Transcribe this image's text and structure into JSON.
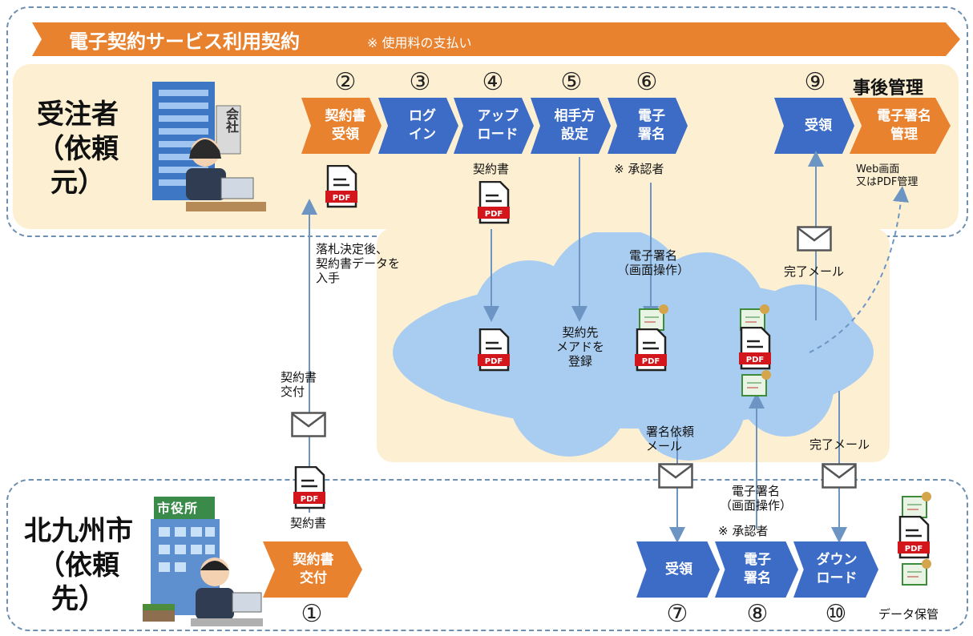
{
  "banner": {
    "title": "電子契約サービス利用契約",
    "note": "※ 使用料の支払い"
  },
  "contractor": {
    "label": "受注者\n（依頼元）"
  },
  "city": {
    "label": "北九州市\n（依頼先）",
    "sign": "市役所"
  },
  "building_sign": "会社",
  "steps_top": [
    {
      "num": "②",
      "label": "契約書\n受領"
    },
    {
      "num": "③",
      "label": "ログ\nイン"
    },
    {
      "num": "④",
      "label": "アップ\nロード"
    },
    {
      "num": "⑤",
      "label": "相手方\n設定"
    },
    {
      "num": "⑥",
      "label": "電子\n署名"
    },
    {
      "num": "⑨",
      "label": "受領"
    }
  ],
  "post_header": "事後管理",
  "post_step": "電子署名\n管理",
  "steps_bottom": [
    {
      "num": "①",
      "label": "契約書\n交付"
    },
    {
      "num": "⑦",
      "label": "受領"
    },
    {
      "num": "⑧",
      "label": "電子\n署名"
    },
    {
      "num": "⑩",
      "label": "ダウン\nロード"
    }
  ],
  "notes": {
    "contract_doc_top": "契約書",
    "approver_top": "※ 承認者",
    "web_pdf": "Web画面\n又はPDF管理",
    "after_award": "落札決定後、\n契約書データを\n入手",
    "esign_screen_top": "電子署名\n（画面操作）",
    "done_mail_top": "完了メール",
    "register": "契約先\nメアドを\n登録",
    "deliver": "契約書\n交付",
    "sign_request": "署名依頼\nメール",
    "done_mail_bottom": "完了メール",
    "esign_screen_bottom": "電子署名\n（画面操作）",
    "approver_bottom": "※ 承認者",
    "contract_doc_bottom": "契約書",
    "storage": "データ保管"
  },
  "pdf_text": "PDF",
  "colors": {
    "blue": "#3d6cc6",
    "orange": "#e8822f",
    "cream": "#fdf0d2",
    "cloud": "#a9cdf1",
    "arrow": "#6d95c4"
  },
  "icons": [
    "pdf-file-icon",
    "mail-envelope-icon",
    "signed-certificate-icon",
    "office-building-icon",
    "city-hall-icon"
  ]
}
